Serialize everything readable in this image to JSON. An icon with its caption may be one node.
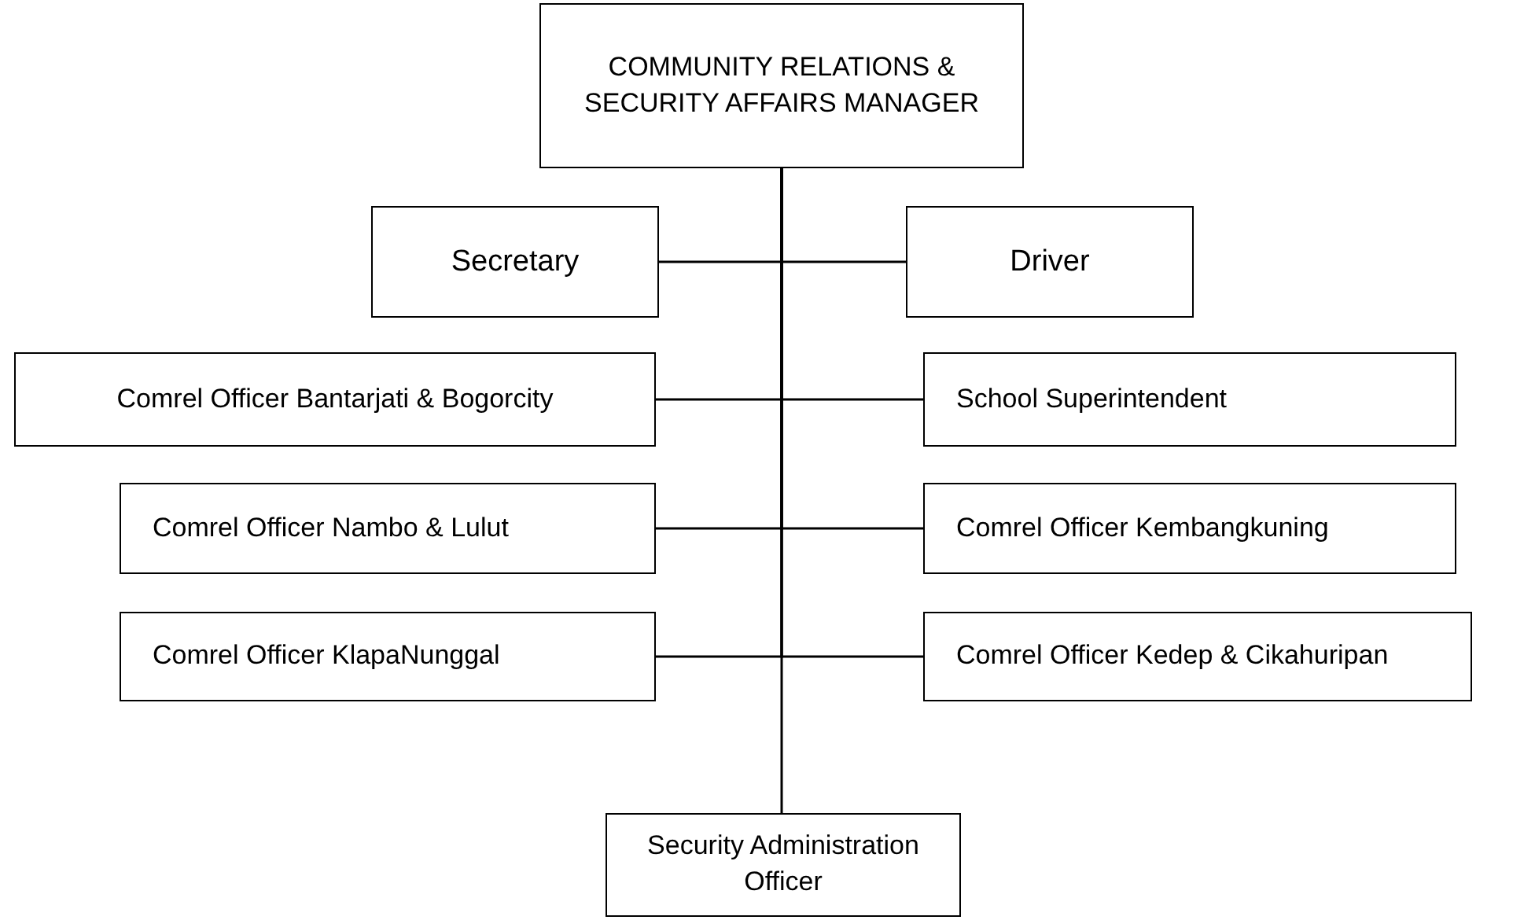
{
  "diagram": {
    "nodes": [
      {
        "text": [
          "COMMUNITY RELATIONS & SECURITY AFFAIRS MANAGER"
        ]
      },
      {
        "text": [
          "Secretary"
        ]
      },
      {
        "text": [
          "Driver"
        ]
      },
      {
        "text": [
          "Comrel Officer Bantarjati & Bogorcity"
        ]
      },
      {
        "text": [
          "School Superintendent"
        ]
      },
      {
        "text": [
          "Comrel Officer Nambo & Lulut"
        ]
      },
      {
        "text": [
          "Comrel Officer Kembangkuning"
        ]
      },
      {
        "text": [
          "Comrel Officer KlapaNunggal"
        ]
      },
      {
        "text": [
          "Comrel Officer Kedep & Cikahuripan"
        ]
      },
      {
        "text": [
          "Security Administration Officer"
        ]
      }
    ],
    "edges": [
      {
        "from": 0,
        "to": 1,
        "arrow": "none"
      },
      {
        "from": 0,
        "to": 2,
        "arrow": "none"
      },
      {
        "from": 0,
        "to": 3,
        "arrow": "none"
      },
      {
        "from": 0,
        "to": 4,
        "arrow": "none"
      },
      {
        "from": 0,
        "to": 5,
        "arrow": "none"
      },
      {
        "from": 0,
        "to": 6,
        "arrow": "none"
      },
      {
        "from": 0,
        "to": 7,
        "arrow": "none"
      },
      {
        "from": 0,
        "to": 8,
        "arrow": "none"
      },
      {
        "from": 0,
        "to": 9,
        "arrow": "none"
      }
    ]
  }
}
